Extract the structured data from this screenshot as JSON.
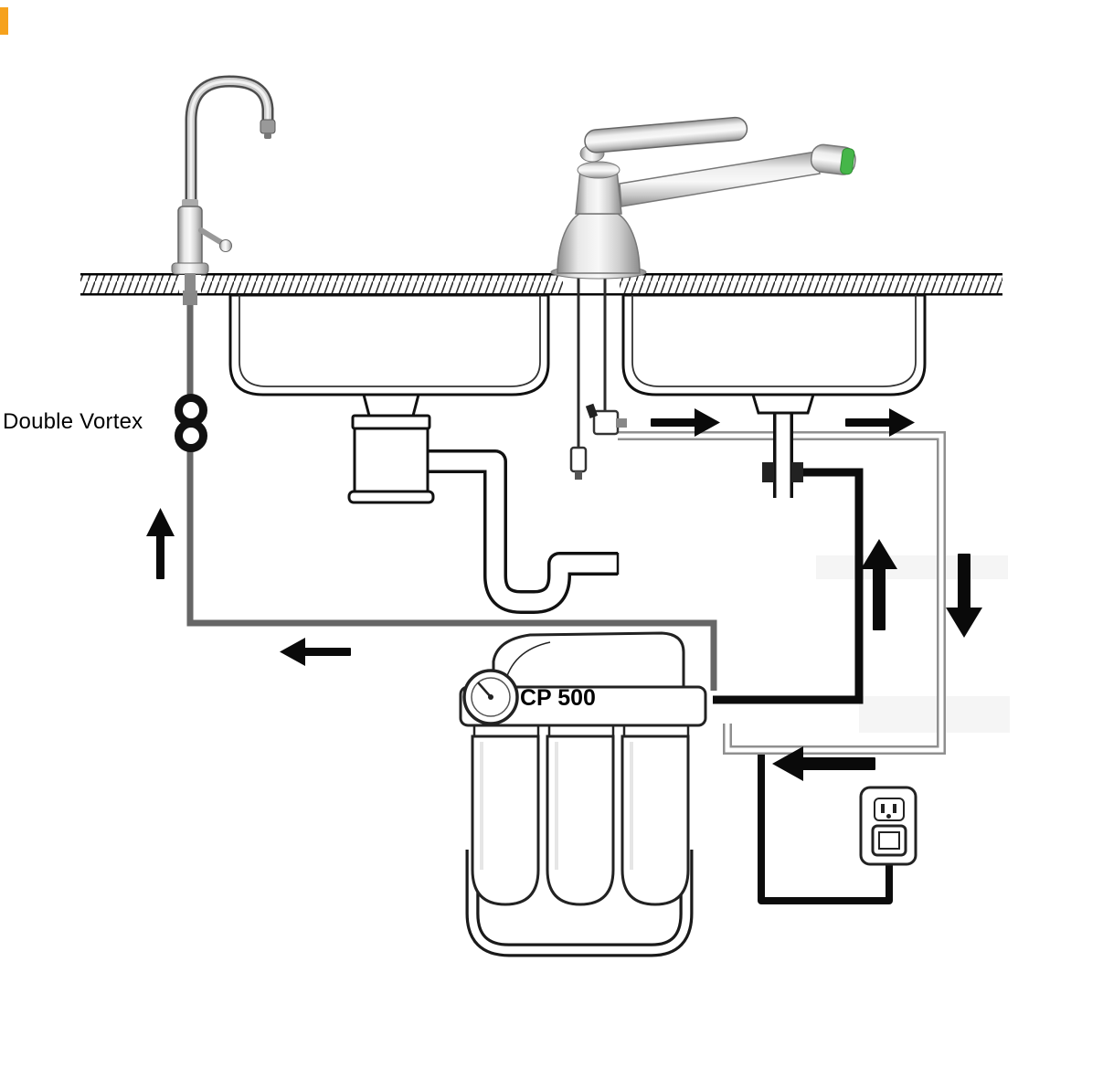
{
  "diagram": {
    "type": "installation-diagram",
    "labels": {
      "double_vortex": "Double Vortex",
      "filter_model": "CP 500"
    },
    "colors": {
      "accent_orange": "#F6A21D",
      "aerator_green": "#45B649",
      "line_black": "#111111",
      "tube_dark": "#666666",
      "tube_light": "#8F8F8F"
    },
    "components": [
      "countertop",
      "drinking-water-faucet",
      "kitchen-mixer-faucet",
      "double-bowl-sink",
      "garbage-disposal",
      "p-trap",
      "sink-drain",
      "drain-saddle-clamp",
      "feed-valve",
      "double-vortex-coil",
      "ro-filter-unit",
      "pressure-gauge",
      "filter-canisters",
      "power-outlet",
      "power-cord",
      "flow-arrows"
    ]
  }
}
